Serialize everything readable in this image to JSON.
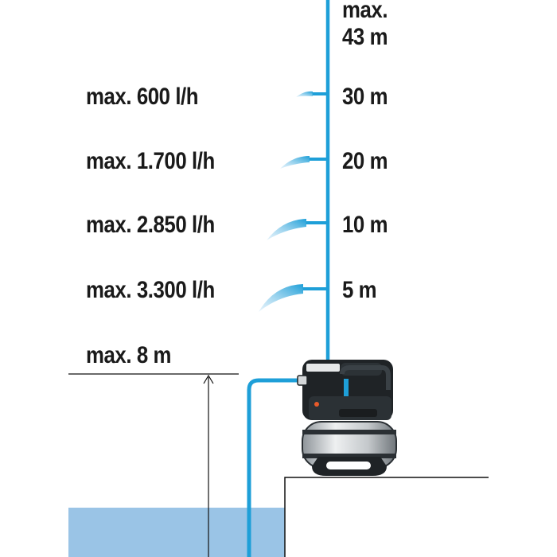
{
  "diagram": {
    "max_height": {
      "line1": "max.",
      "line2": "43 m"
    },
    "levels": [
      {
        "flow": "max. 600 l/h",
        "height": "30 m"
      },
      {
        "flow": "max. 1.700 l/h",
        "height": "20 m"
      },
      {
        "flow": "max. 2.850 l/h",
        "height": "10 m"
      },
      {
        "flow": "max. 3.300 l/h",
        "height": "5 m"
      }
    ],
    "suction_depth": "max. 8 m"
  },
  "colors": {
    "pipe": "#1e9fd8",
    "water": "#9ac4e6",
    "spray": "#8fc5ea",
    "pump_body": "#1f2326",
    "pump_tank": "#cfd3d6",
    "line": "#111111"
  }
}
